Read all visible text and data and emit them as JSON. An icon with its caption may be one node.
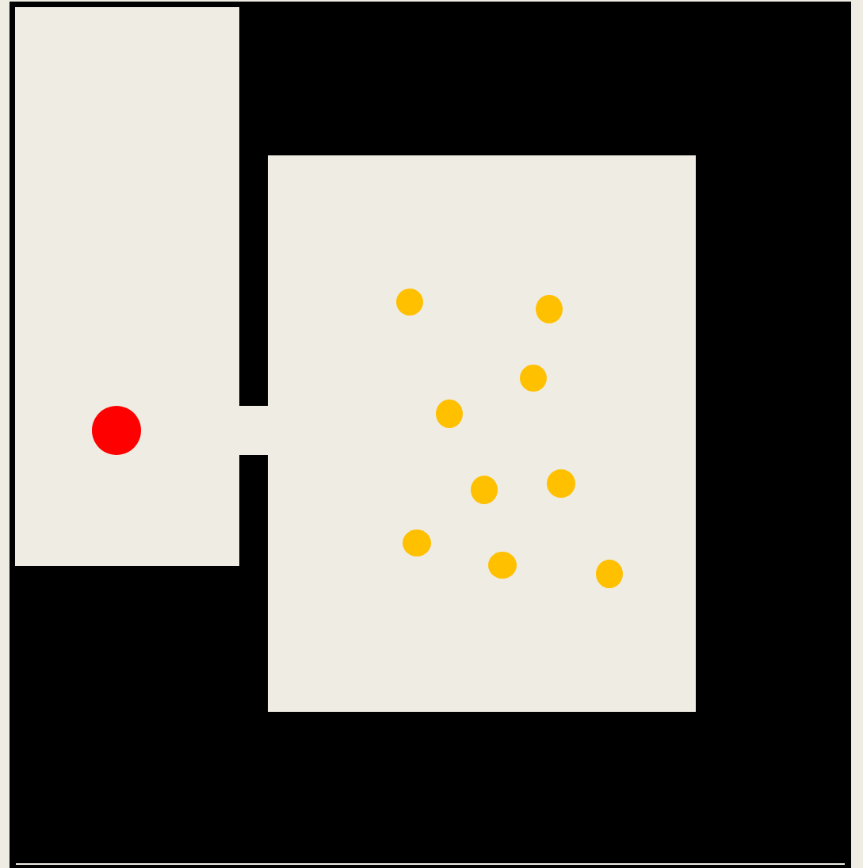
{
  "diagram": {
    "nodes": [
      {
        "text": [],
        "shape": "box"
      },
      {
        "text": [],
        "shape": "circle",
        "in": 0
      },
      {
        "text": [],
        "shape": "box"
      },
      {
        "text": [],
        "shape": "box"
      },
      {
        "text": [],
        "shape": "circle",
        "in": 3
      },
      {
        "text": [],
        "shape": "circle",
        "in": 3
      },
      {
        "text": [],
        "shape": "circle",
        "in": 3
      },
      {
        "text": [],
        "shape": "circle",
        "in": 3
      },
      {
        "text": [],
        "shape": "circle",
        "in": 3
      },
      {
        "text": [],
        "shape": "circle",
        "in": 3
      },
      {
        "text": [],
        "shape": "circle",
        "in": 3
      },
      {
        "text": [],
        "shape": "circle",
        "in": 3
      },
      {
        "text": [],
        "shape": "circle",
        "in": 3
      }
    ]
  }
}
